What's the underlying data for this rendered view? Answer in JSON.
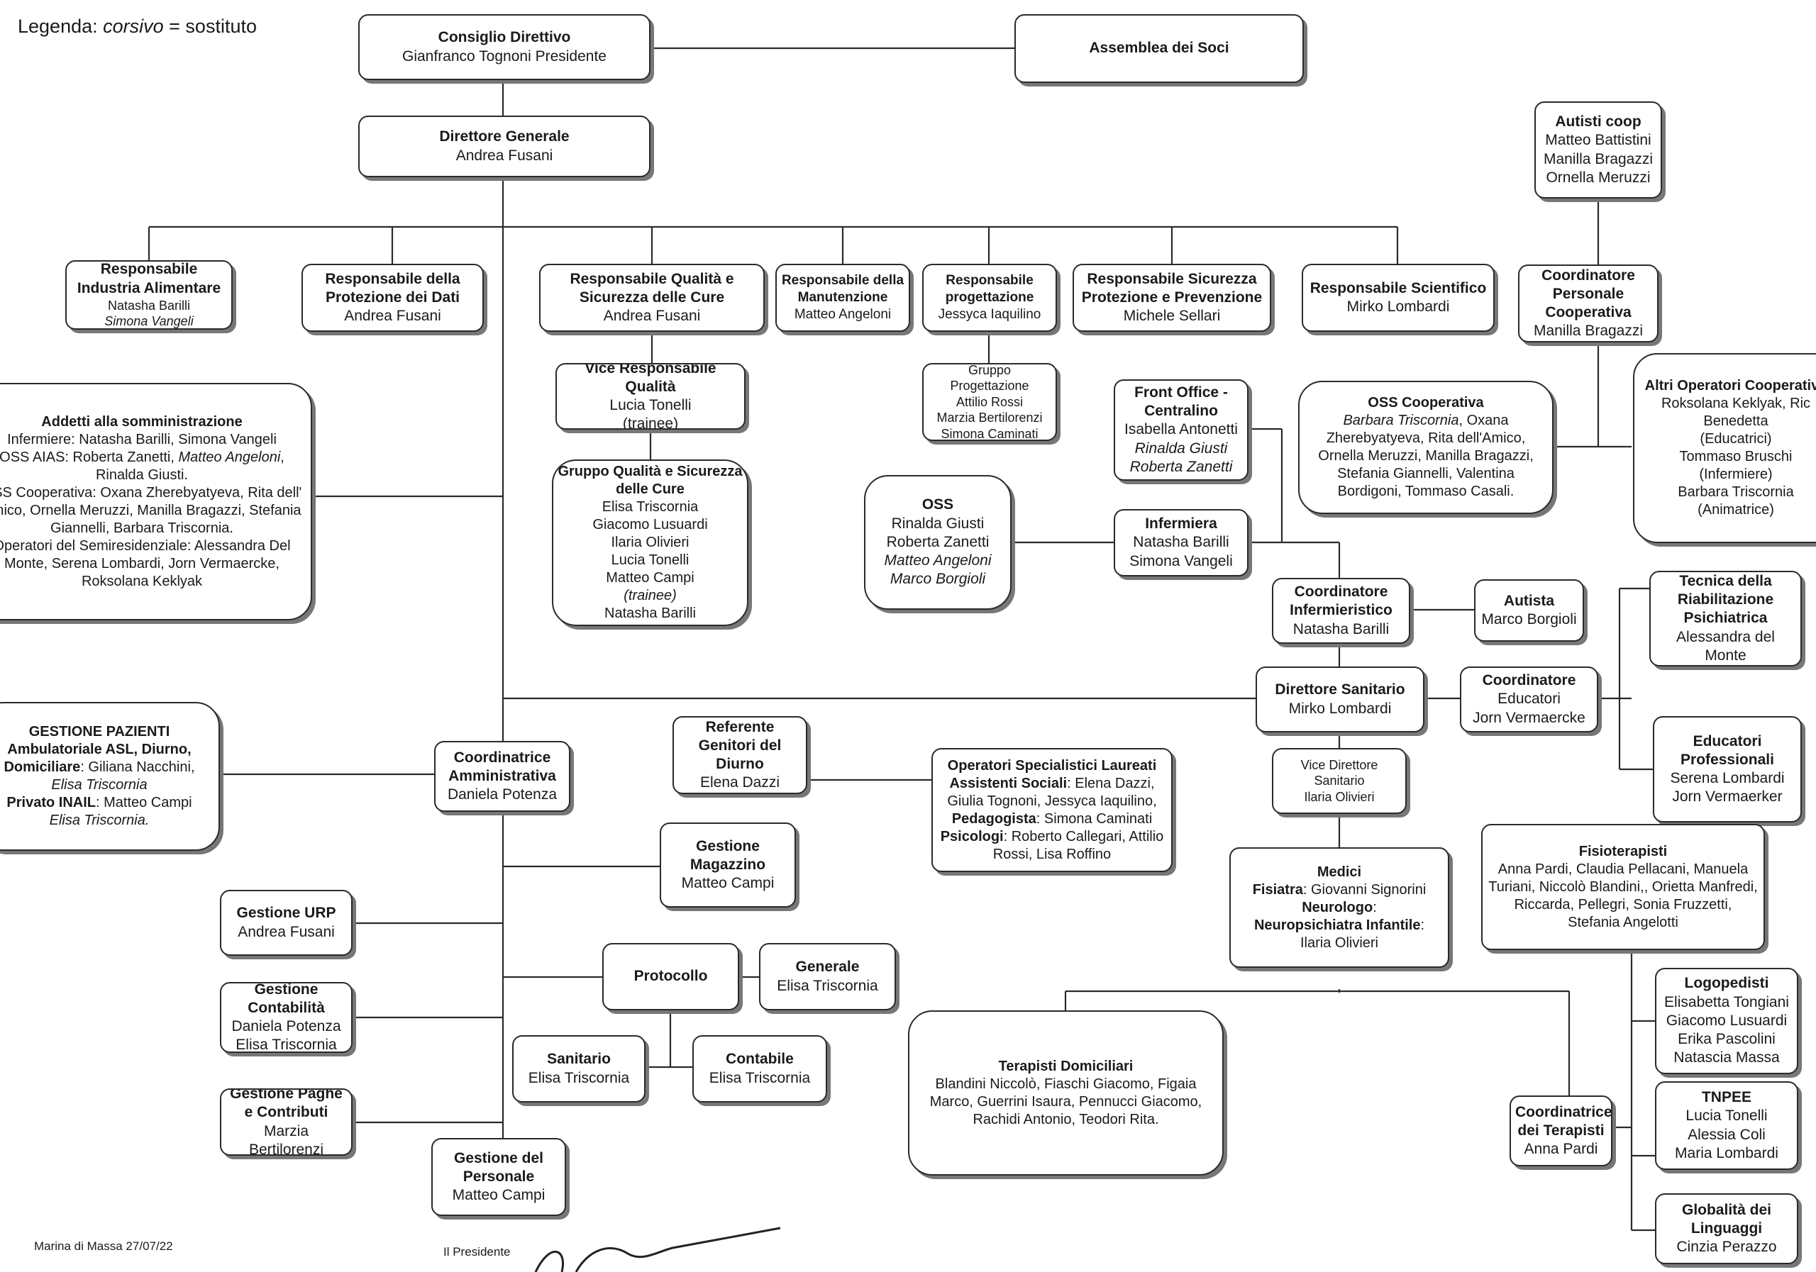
{
  "legend": {
    "prefix": "Legenda: ",
    "italic_word": "corsivo",
    "suffix": " = sostituto"
  },
  "footer": {
    "place_date": "Marina di Massa 27/07/22",
    "president_label": "Il Presidente"
  },
  "boxes": {
    "consiglio": {
      "title": "Consiglio Direttivo",
      "lines": [
        "Gianfranco Tognoni Presidente"
      ]
    },
    "assemblea": {
      "title": "Assemblea dei Soci"
    },
    "direttore_generale": {
      "title": "Direttore Generale",
      "lines": [
        "Andrea Fusani"
      ]
    },
    "resp_industria": {
      "title": "Responsabile Industria Alimentare",
      "lines": [
        "Natasha Barilli"
      ],
      "italic_lines": [
        "Simona Vangeli"
      ]
    },
    "resp_protezione": {
      "title": "Responsabile della Protezione dei Dati",
      "lines": [
        "Andrea Fusani"
      ]
    },
    "resp_qualita": {
      "title": "Responsabile Qualità e Sicurezza delle Cure",
      "lines": [
        "Andrea Fusani"
      ]
    },
    "resp_manutenzione": {
      "title": "Responsabile della Manutenzione",
      "lines": [
        "Matteo Angeloni"
      ]
    },
    "resp_progettazione": {
      "title": "Responsabile progettazione",
      "lines": [
        "Jessyca Iaquilino"
      ]
    },
    "resp_sicurezza": {
      "title": "Responsabile Sicurezza Protezione e Prevenzione",
      "lines": [
        "Michele Sellari"
      ]
    },
    "resp_scientifico": {
      "title": "Responsabile Scientifico",
      "lines": [
        "Mirko Lombardi"
      ]
    },
    "autisti_coop": {
      "title": "Autisti coop",
      "lines": [
        "Matteo Battistini",
        "Manilla Bragazzi",
        "Ornella Meruzzi"
      ]
    },
    "coord_personale": {
      "title": "Coordinatore Personale Cooperativa",
      "lines": [
        "Manilla Bragazzi"
      ]
    },
    "addetti": {
      "title": "Addetti alla somministrazione",
      "l1": "Infermiere: Natasha Barilli, Simona Vangeli",
      "l2a": "OSS AIAS: Roberta Zanetti, ",
      "l2b": "Matteo Angeloni",
      "l2c": ",",
      "l3": "Rinalda Giusti.",
      "l4": "OSS Cooperativa: Oxana Zherebyatyeva, Rita dell' Amico, Ornella Meruzzi, Manilla Bragazzi, Stefania Giannelli, Barbara Triscornia.",
      "l5": "Operatori del Semiresidenziale: Alessandra Del Monte, Serena Lombardi, Jorn Vermaercke, Roksolana Keklyak"
    },
    "vice_qualita": {
      "title": "Vice Responsabile Qualità",
      "lines": [
        "Lucia Tonelli",
        "(trainee)"
      ]
    },
    "gruppo_qualita": {
      "title": "Gruppo Qualità e Sicurezza delle Cure",
      "lines": [
        "Elisa Triscornia",
        "Giacomo Lusuardi",
        "Ilaria Olivieri",
        "Lucia Tonelli",
        "Matteo Campi"
      ],
      "trainee": "(trainee)",
      "last": "Natasha Barilli"
    },
    "gruppo_progettazione": {
      "title": "Gruppo Progettazione",
      "lines": [
        "Attilio Rossi",
        "Marzia Bertilorenzi",
        "Simona Caminati"
      ]
    },
    "front_office": {
      "title": "Front Office - Centralino",
      "lines": [
        "Isabella Antonetti"
      ],
      "italic_lines": [
        "Rinalda Giusti",
        "Roberta Zanetti"
      ]
    },
    "oss_coop": {
      "title": "OSS Cooperativa",
      "italic_first": "Barbara Triscornia",
      "rest": ", Oxana Zherebyatyeva, Rita dell'Amico, Ornella Meruzzi, Manilla Bragazzi, Stefania Giannelli, Valentina Bordigoni, Tommaso Casali."
    },
    "altri_operatori": {
      "title": "Altri Operatori Cooperativa",
      "lines": [
        "Roksolana Keklyak, Ric Benedetta",
        "(Educatrici)",
        "Tommaso Bruschi",
        "(Infermiere)",
        "Barbara Triscornia",
        "(Animatrice)"
      ]
    },
    "oss": {
      "title": "OSS",
      "lines": [
        "Rinalda Giusti",
        "Roberta Zanetti"
      ],
      "italic_lines": [
        "Matteo Angeloni",
        "Marco Borgioli"
      ]
    },
    "infermiera": {
      "title": "Infermiera",
      "lines": [
        "Natasha Barilli",
        "Simona Vangeli"
      ]
    },
    "coord_infermieristico": {
      "title": "Coordinatore Infermieristico",
      "lines": [
        "Natasha Barilli"
      ]
    },
    "autista": {
      "title": "Autista",
      "lines": [
        "Marco Borgioli"
      ]
    },
    "tecnica_riab": {
      "title": "Tecnica della Riabilitazione Psichiatrica",
      "lines": [
        "Alessandra del Monte"
      ]
    },
    "gestione_pazienti": {
      "t1": "GESTIONE PAZIENTI",
      "t2": "Ambulatoriale ASL, Diurno,",
      "t3b": "Domiciliare",
      "t3": ": Giliana Nacchini,",
      "t4": "Elisa Triscornia",
      "t5b": "Privato INAIL",
      "t5": ": Matteo Campi",
      "t6": "Elisa Triscornia."
    },
    "direttore_sanitario": {
      "title": "Direttore Sanitario",
      "lines": [
        "Mirko Lombardi"
      ]
    },
    "coord_educatori": {
      "title": "Coordinatore",
      "lines": [
        "Educatori",
        "Jorn Vermaercke"
      ]
    },
    "educatori_prof": {
      "title": "Educatori Professionali",
      "lines": [
        "Serena Lombardi",
        "Jorn Vermaerker"
      ]
    },
    "coord_amministrativa": {
      "title": "Coordinatrice Amministrativa",
      "lines": [
        "Daniela Potenza"
      ]
    },
    "referente_genitori": {
      "title": "Referente Genitori del Diurno",
      "lines": [
        "Elena Dazzi"
      ]
    },
    "operatori_spec": {
      "title": "Operatori Specialistici Laureati",
      "a_b": "Assistenti Sociali",
      "a_t": ": Elena Dazzi, Giulia Tognoni, Jessyca Iaquilino,",
      "p_b": "Pedagogista",
      "p_t": ": Simona Caminati",
      "s_b": "Psicologi",
      "s_t": ": Roberto Callegari, Attilio Rossi, Lisa Roffino"
    },
    "vice_direttore": {
      "title": "Vice Direttore Sanitario",
      "lines": [
        "Ilaria Olivieri"
      ]
    },
    "gestione_magazzino": {
      "title": "Gestione Magazzino",
      "lines": [
        "Matteo Campi"
      ]
    },
    "fisioterapisti": {
      "title": "Fisioterapisti",
      "text": "Anna Pardi, Claudia Pellacani, Manuela Turiani, Niccolò Blandini,, Orietta Manfredi, Riccarda, Pellegri, Sonia Fruzzetti, Stefania Angelotti"
    },
    "gestione_urp": {
      "title": "Gestione URP",
      "lines": [
        "Andrea Fusani"
      ]
    },
    "medici": {
      "title": "Medici",
      "f_b": "Fisiatra",
      "f_t": ": Giovanni Signorini",
      "n_b": "Neurologo",
      "n_t": ":",
      "np_b": "Neuropsichiatra Infantile",
      "np_t": ":",
      "last": "Ilaria Olivieri"
    },
    "protocollo": {
      "title": "Protocollo"
    },
    "generale": {
      "title": "Generale",
      "lines": [
        "Elisa Triscornia"
      ]
    },
    "gestione_contabilita": {
      "title": "Gestione Contabilità",
      "lines": [
        "Daniela Potenza",
        "Elisa Triscornia"
      ]
    },
    "logopedisti": {
      "title": "Logopedisti",
      "lines": [
        "Elisabetta Tongiani",
        "Giacomo Lusuardi",
        "Erika Pascolini",
        "Natascia Massa"
      ]
    },
    "sanitario": {
      "title": "Sanitario",
      "lines": [
        "Elisa Triscornia"
      ]
    },
    "contabile": {
      "title": "Contabile",
      "lines": [
        "Elisa Triscornia"
      ]
    },
    "terapisti_dom": {
      "title": "Terapisti Domiciliari",
      "text": "Blandini Niccolò, Fiaschi Giacomo, Figaia Marco, Guerrini Isaura, Pennucci Giacomo, Rachidi Antonio, Teodori Rita."
    },
    "tnpee": {
      "title": "TNPEE",
      "lines": [
        "Lucia Tonelli",
        "Alessia Coli",
        "Maria Lombardi"
      ]
    },
    "gestione_paghe": {
      "title": "Gestione Paghe e Contributi",
      "lines": [
        "Marzia Bertilorenzi"
      ]
    },
    "coord_terapisti": {
      "title": "Coordinatrice dei Terapisti",
      "lines": [
        "Anna Pardi"
      ]
    },
    "gestione_personale": {
      "title": "Gestione del Personale",
      "lines": [
        "Matteo Campi"
      ]
    },
    "globalita": {
      "title": "Globalità dei Linguaggi",
      "lines": [
        "Cinzia Perazzo"
      ]
    }
  }
}
